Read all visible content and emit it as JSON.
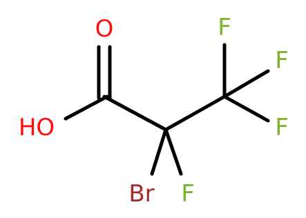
{
  "colors": {
    "bond": "#000000",
    "oxygen": "#ff0d0d",
    "fluorine": "#7ab32e",
    "bromine": "#a52a2a"
  },
  "atoms": {
    "carbonyl_oxygen": "O",
    "hydroxyl": "HO",
    "bromine": "Br",
    "alpha_fluorine": "F",
    "cf3_fluorine_top": "F",
    "cf3_fluorine_right": "F",
    "cf3_fluorine_lower": "F"
  }
}
